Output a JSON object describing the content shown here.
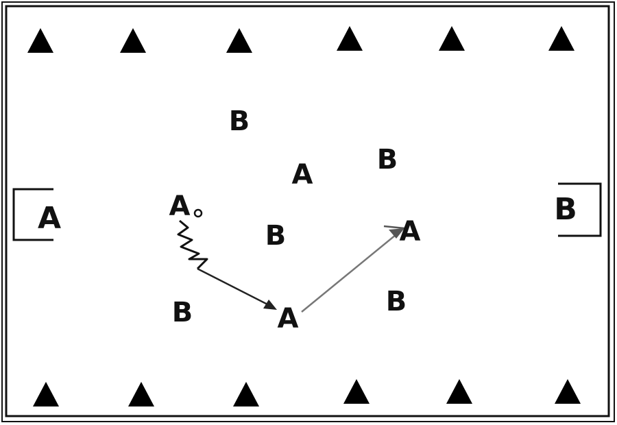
{
  "diagram": {
    "cone_icon": "triangle-cone-icon",
    "ball_icon": "ball-icon",
    "goals": {
      "left": "A",
      "right": "B"
    },
    "players": [
      {
        "label": "B",
        "team": "B"
      },
      {
        "label": "A",
        "team": "A"
      },
      {
        "label": "B",
        "team": "B"
      },
      {
        "label": "A",
        "team": "A"
      },
      {
        "label": "B",
        "team": "B"
      },
      {
        "label": "A",
        "team": "A"
      },
      {
        "label": "B",
        "team": "B"
      },
      {
        "label": "A",
        "team": "A"
      },
      {
        "label": "B",
        "team": "B"
      }
    ],
    "colors": {
      "ink": "#111111",
      "pass_line": "#777777"
    }
  }
}
